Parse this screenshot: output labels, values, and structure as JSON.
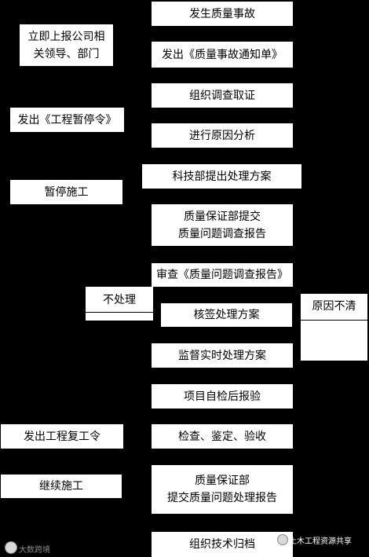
{
  "main": [
    "发生质量事故",
    "发出《质量事故通知单》",
    "组织调查取证",
    "进行原因分析",
    "科技部提出处理方案",
    {
      "line1": "质量保证部提交",
      "line2": "质量问题调查报告"
    },
    "审查《质量问题调查报告》",
    "核签处理方案",
    "监督实时处理方案",
    "项目自检后报验",
    "检查、鉴定、验收",
    {
      "line1": "质量保证部",
      "line2": "提交质量问题处理报告"
    },
    "组织技术归档"
  ],
  "left": [
    {
      "line1": "立即上报公司相",
      "line2": "关领导、部门"
    },
    "发出《工程暂停令》",
    "暂停施工",
    "发出工程复工令",
    "继续施工"
  ],
  "branch": {
    "no_handling": "不处理",
    "unclear_cause": "原因不清"
  },
  "watermark": {
    "left": "大数跨境",
    "right": "土木工程资源共享"
  }
}
